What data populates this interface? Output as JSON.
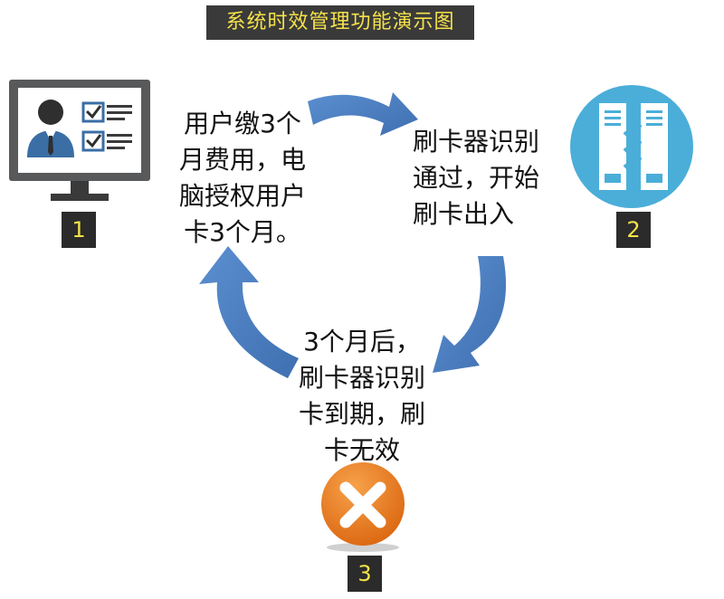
{
  "title": "系统时效管理功能演示图",
  "steps": [
    {
      "number": "1",
      "text": "用户缴3个\n月费用，电\n脑授权用户\n卡3个月。",
      "icon": "computer-monitor-icon"
    },
    {
      "number": "2",
      "text": "刷卡器识别\n通过，开始\n刷卡出入",
      "icon": "server-checklist-icon"
    },
    {
      "number": "3",
      "text": "3个月后，\n刷卡器识别\n卡到期，刷\n卡无效",
      "icon": "cross-circle-icon"
    }
  ],
  "colors": {
    "arrow": "#4f81bd",
    "title_bg": "#3a3a3a",
    "title_text": "#f5e24a",
    "badge_bg": "#2b2b2b",
    "badge_text": "#f5e24a",
    "server_circle": "#4aaed9",
    "cross_orange": "#ee7a1a"
  }
}
